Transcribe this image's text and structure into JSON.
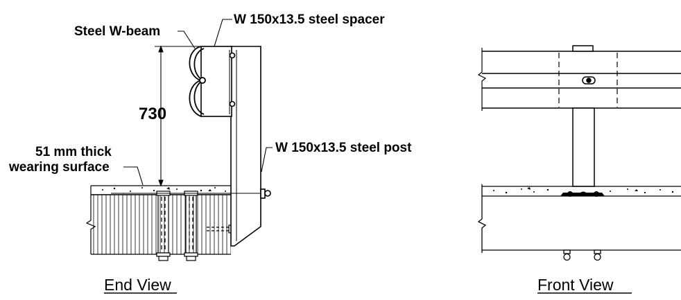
{
  "end_view": {
    "label_beam": "Steel W-beam",
    "label_spacer": "W 150x13.5 steel spacer",
    "label_post": "W 150x13.5 steel post",
    "label_surface_line1": "51 mm thick",
    "label_surface_line2": "wearing surface",
    "dimension": "730",
    "caption": "End View"
  },
  "front_view": {
    "caption": "Front View"
  },
  "line_color": "#000000"
}
